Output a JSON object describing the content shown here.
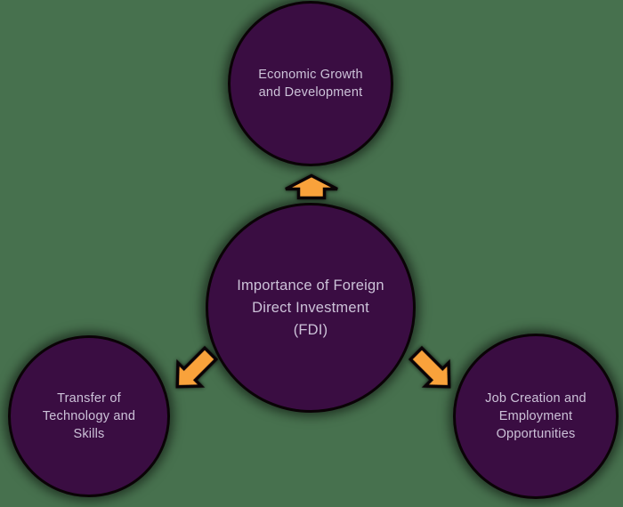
{
  "diagram": {
    "type": "radial-concept-diagram",
    "background_color": "#47714E",
    "node_fill_color": "#3A0D42",
    "node_border_color": "#0A0306",
    "node_text_color": "#CCC2D8",
    "arrow_fill_color": "#F9A23B",
    "arrow_outline_color": "#0A0306",
    "center_node": {
      "label": "Importance of Foreign Direct Investment (FDI)",
      "lines": [
        "Importance of Foreign",
        "Direct Investment",
        "(FDI)"
      ]
    },
    "nodes": {
      "top": {
        "label": "Economic Growth and Development",
        "lines": [
          "Economic Growth",
          "and Development"
        ]
      },
      "bottom_left": {
        "label": "Transfer of Technology and Skills",
        "lines": [
          "Transfer of",
          "Technology and",
          "Skills"
        ]
      },
      "bottom_right": {
        "label": "Job Creation and Employment Opportunities",
        "lines": [
          "Job Creation and",
          "Employment",
          "Opportunities"
        ]
      }
    },
    "arrows": [
      {
        "name": "arrow-to-top",
        "direction": "up"
      },
      {
        "name": "arrow-to-bottom-left",
        "direction": "down-left"
      },
      {
        "name": "arrow-to-bottom-right",
        "direction": "down-right"
      }
    ]
  }
}
